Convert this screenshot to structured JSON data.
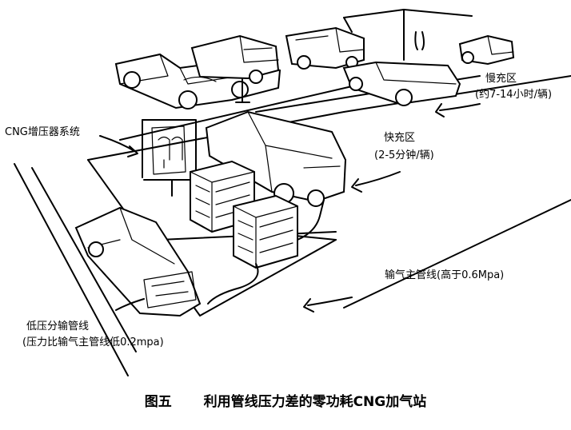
{
  "labels": {
    "slow_fill_title": "慢充区",
    "slow_fill_time": "(约7-14小时/辆)",
    "booster_system": "CNG增压器系统",
    "fast_fill_title": "快充区",
    "fast_fill_time": "(2-5分钟/辆)",
    "main_pipeline": "输气主管线(高于0.6Mpa)",
    "low_pressure_title": "低压分输管线",
    "low_pressure_detail": "(压力比输气主管线低0.2mpa)"
  },
  "caption": {
    "number": "图五",
    "title": "利用管线压力差的零功耗CNG加气站"
  }
}
